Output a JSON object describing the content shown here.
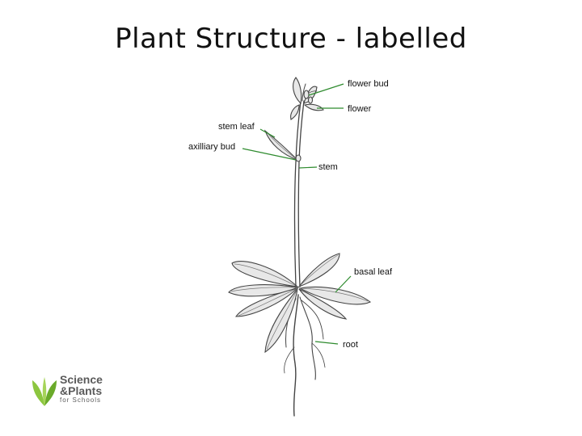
{
  "title": "Plant Structure - labelled",
  "labels": {
    "flower_bud": "flower bud",
    "flower": "flower",
    "stem_leaf": "stem leaf",
    "axilliary_bud": "axilliary bud",
    "stem": "stem",
    "basal_leaf": "basal leaf",
    "root": "root"
  },
  "logo": {
    "line1": "Science",
    "line2": "&Plants",
    "line3": "for Schools",
    "color": "#7cbf2e"
  },
  "colors": {
    "leader_line": "#2e8b2e"
  }
}
